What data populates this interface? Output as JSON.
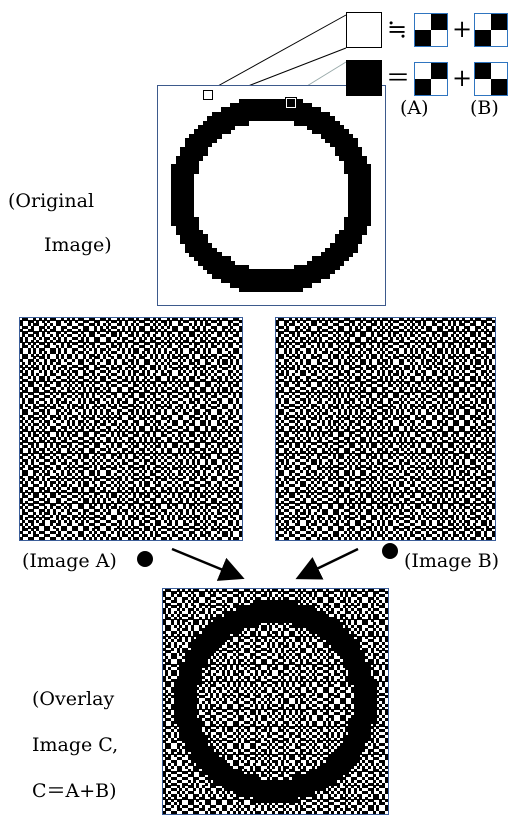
{
  "labels": {
    "original_line1": "(Original",
    "original_line2": "Image)",
    "image_a": "(Image A)",
    "image_b": "(Image B)",
    "overlay_line1": "(Overlay",
    "overlay_line2": "Image C,",
    "overlay_line3": "C＝A+B)",
    "legend_a": "(A)",
    "legend_b": "(B)"
  },
  "operators": {
    "approx_equal": "≒",
    "equal": "＝",
    "plus": "+"
  },
  "colors": {
    "frame": "#3d5a8c",
    "share_cell_border": "#2f75c0",
    "dark": "#000000",
    "light": "#ffffff"
  },
  "legend_patterns": {
    "white_pixel_a": [
      "white",
      "black",
      "black",
      "white"
    ],
    "white_pixel_b": [
      "white",
      "black",
      "black",
      "white"
    ],
    "black_pixel_a": [
      "white",
      "black",
      "black",
      "white"
    ],
    "black_pixel_b": [
      "black",
      "white",
      "white",
      "black"
    ]
  },
  "secret_image": {
    "shape": "ring"
  }
}
